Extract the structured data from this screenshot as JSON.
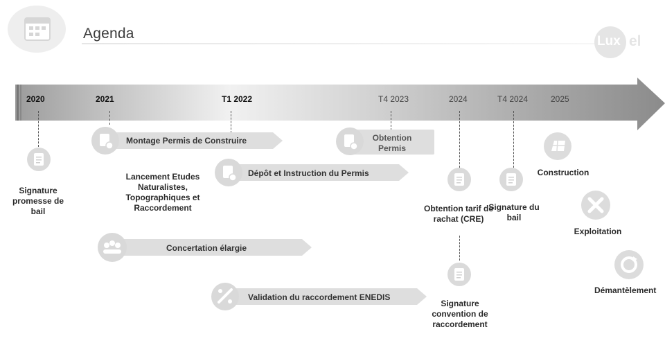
{
  "header": {
    "title": "Agenda",
    "logo_text_left": "Lux",
    "logo_text_right": "el"
  },
  "timeline": {
    "years": [
      {
        "label": "2020"
      },
      {
        "label": "2021"
      },
      {
        "label": "T1 2022"
      },
      {
        "label": "T4 2023"
      },
      {
        "label": "2024"
      },
      {
        "label": "T4 2024"
      },
      {
        "label": "2025"
      }
    ]
  },
  "milestones": {
    "signature_promesse": "Signature promesse de bail",
    "lancement_etudes": "Lancement Etudes Naturalistes, Topographiques et Raccordement",
    "obtention_tarif": "Obtention tarif de rachat (CRE)",
    "signature_bail": "Signature du bail",
    "signature_convention": "Signature convention de raccordement",
    "construction": "Construction",
    "exploitation": "Exploitation",
    "demantelement": "Démantèlement"
  },
  "phases": {
    "montage_permis": "Montage Permis de Construire",
    "obtention_permis": "Obtention Permis",
    "depot_instruction": "Dépôt et Instruction du Permis",
    "concertation": "Concertation élargie",
    "validation_raccordement": "Validation du raccordement ENEDIS"
  },
  "colors": {
    "arrow_dark": "#8a8a8a",
    "arrow_light": "#d9d9d9",
    "phase": "#dedede",
    "icon": "#d6d6d6"
  }
}
